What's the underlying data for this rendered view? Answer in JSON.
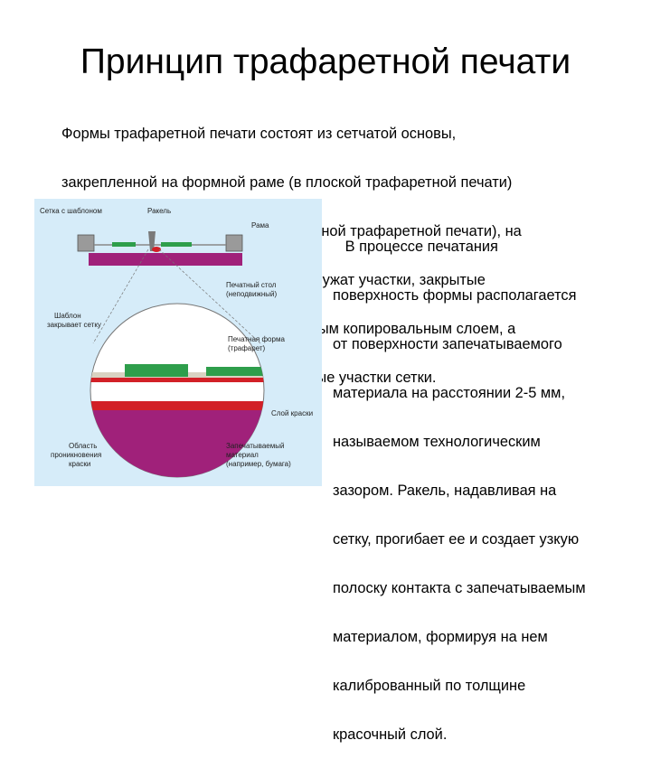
{
  "title": "Принцип трафаретной печати",
  "intro_lines": [
    "Формы трафаретной печати состоят из сетчатой основы,",
    "закрепленной на формной раме (в плоской трафаретной печати)",
    "или свернутой в цилиндр (в ротационной трафаретной печати), на",
    "которой пробельными элементами служат участки, закрытые",
    "задубленным или заполимеризованным копировальным слоем, а",
    "печатающими элементами — открытые участки сетки."
  ],
  "side_lines": [
    "   В процессе печатания",
    "поверхность формы располагается",
    "от поверхности запечатываемого",
    "материала на расстоянии 2-5 мм,",
    "называемом технологическим",
    "зазором. Ракель, надавливая на",
    "сетку, прогибает ее и создает узкую",
    "полоску контакта с запечатываемым",
    "материалом, формируя на нем",
    "калиброванный по толщине",
    "красочный слой."
  ],
  "diagram": {
    "labels": {
      "mesh_with_stencil": "Сетка с шаблоном",
      "squeegee": "Ракель",
      "frame": "Рама",
      "table_1": "Печатный стол",
      "table_2": "(неподвижный)",
      "stencil_1": "Шаблон",
      "stencil_2": "закрывает сетку",
      "form_1": "Печатная форма",
      "form_2": "(трафарет)",
      "ink_layer": "Слой краски",
      "ink_area_1": "Область",
      "ink_area_2": "проникновения",
      "ink_area_3": "краски",
      "material_1": "Запечатываемый",
      "material_2": "материал",
      "material_3": "(например, бумага)"
    },
    "colors": {
      "background": "#d6ecf9",
      "table": "#a0217a",
      "frame": "#9a9a9a",
      "stencil": "#2e9e4b",
      "mesh": "#d9d2c2",
      "ink": "#d22027",
      "squeegee": "#7a7a7a"
    }
  }
}
